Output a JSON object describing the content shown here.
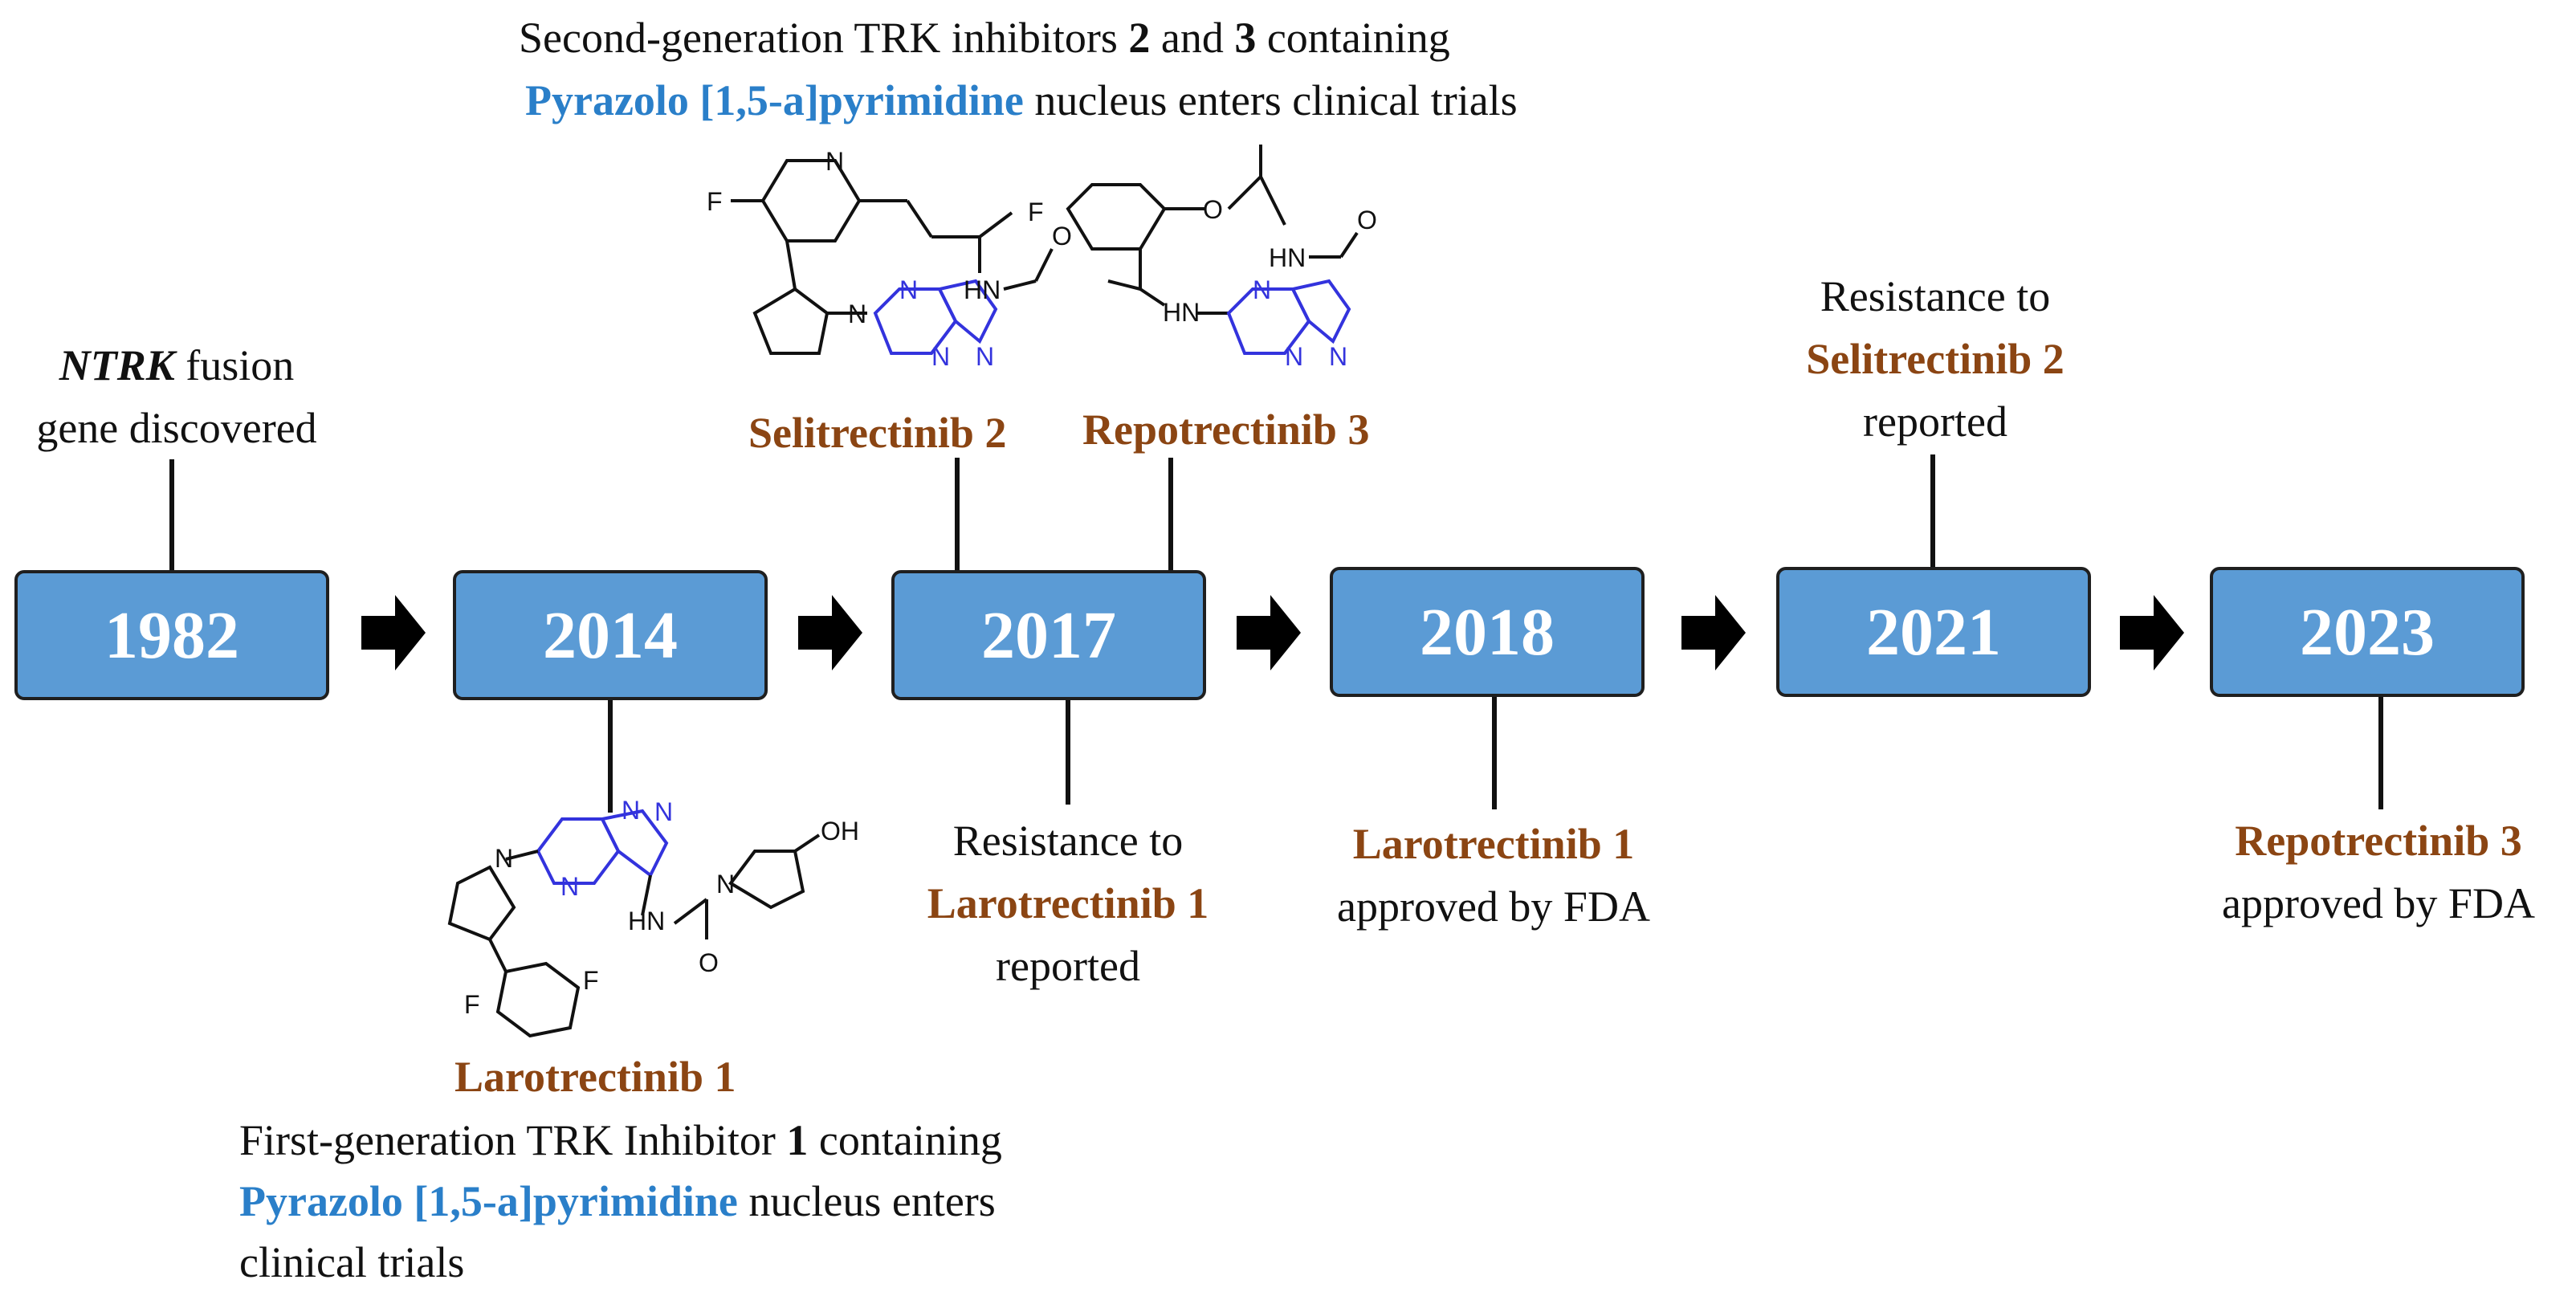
{
  "timeline": {
    "years": [
      "1982",
      "2014",
      "2017",
      "2018",
      "2021",
      "2023"
    ],
    "colors": {
      "box": "#5b9bd5",
      "drug": "#8b4513",
      "nucleus": "#2a7fc9"
    }
  },
  "top_caption": {
    "line1_a": "Second-generation TRK inhibitors ",
    "line1_num2": "2",
    "line1_and": " and ",
    "line1_num3": "3",
    "line1_b": " containing",
    "line2_nucleus": "Pyrazolo [1,5-a]pyrimidine",
    "line2_rest": " nucleus enters clinical trials"
  },
  "event_1982": {
    "gene": "NTRK",
    "line1_rest": " fusion",
    "line2": "gene discovered"
  },
  "event_2014": {
    "drug": "Larotrectinib 1",
    "caption_line1_a": "First-generation TRK Inhibitor ",
    "caption_line1_num": "1",
    "caption_line1_b": " containing",
    "caption_line2_nucleus": "Pyrazolo [1,5-a]pyrimidine",
    "caption_line2_rest": " nucleus enters",
    "caption_line3": "clinical trials"
  },
  "event_2017_top": {
    "drug_a": "Selitrectinib 2",
    "drug_b": "Repotrectinib 3"
  },
  "event_2017_bottom": {
    "line1": "Resistance to",
    "drug": "Larotrectinib 1",
    "line3": "reported"
  },
  "event_2018": {
    "drug": "Larotrectinib 1",
    "line2": "approved by FDA"
  },
  "event_2021": {
    "line1": "Resistance to",
    "drug": "Selitrectinib 2",
    "line3": "reported"
  },
  "event_2023": {
    "drug": "Repotrectinib 3",
    "line2": "approved by FDA"
  },
  "atoms": {
    "N": "N",
    "F": "F",
    "HN": "HN",
    "O": "O",
    "OH": "OH"
  }
}
